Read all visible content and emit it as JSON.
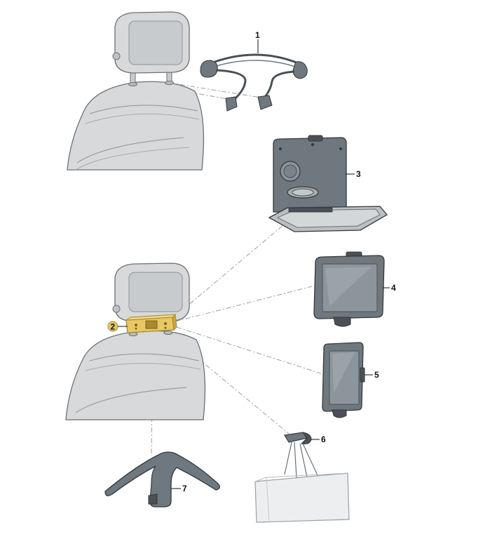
{
  "colors": {
    "seat_fill": "#d7d9db",
    "seat_stroke": "#6d7174",
    "accessory_fill": "#6f787e",
    "accessory_dark": "#4a5055",
    "accessory_stroke": "#33383c",
    "screen": "#8c959b",
    "highlight": "#e8c766",
    "highlight_stroke": "#a98a2a",
    "leader": "#9aa0a4",
    "bag_fill": "#eceeef"
  },
  "parts": [
    {
      "label": "1",
      "item": "coat-hanger-arms"
    },
    {
      "label": "2",
      "item": "base-module"
    },
    {
      "label": "3",
      "item": "folding-table"
    },
    {
      "label": "4",
      "item": "tablet-holder-large"
    },
    {
      "label": "5",
      "item": "tablet-holder-small"
    },
    {
      "label": "6",
      "item": "bag-hook"
    },
    {
      "label": "7",
      "item": "coat-hanger"
    }
  ]
}
